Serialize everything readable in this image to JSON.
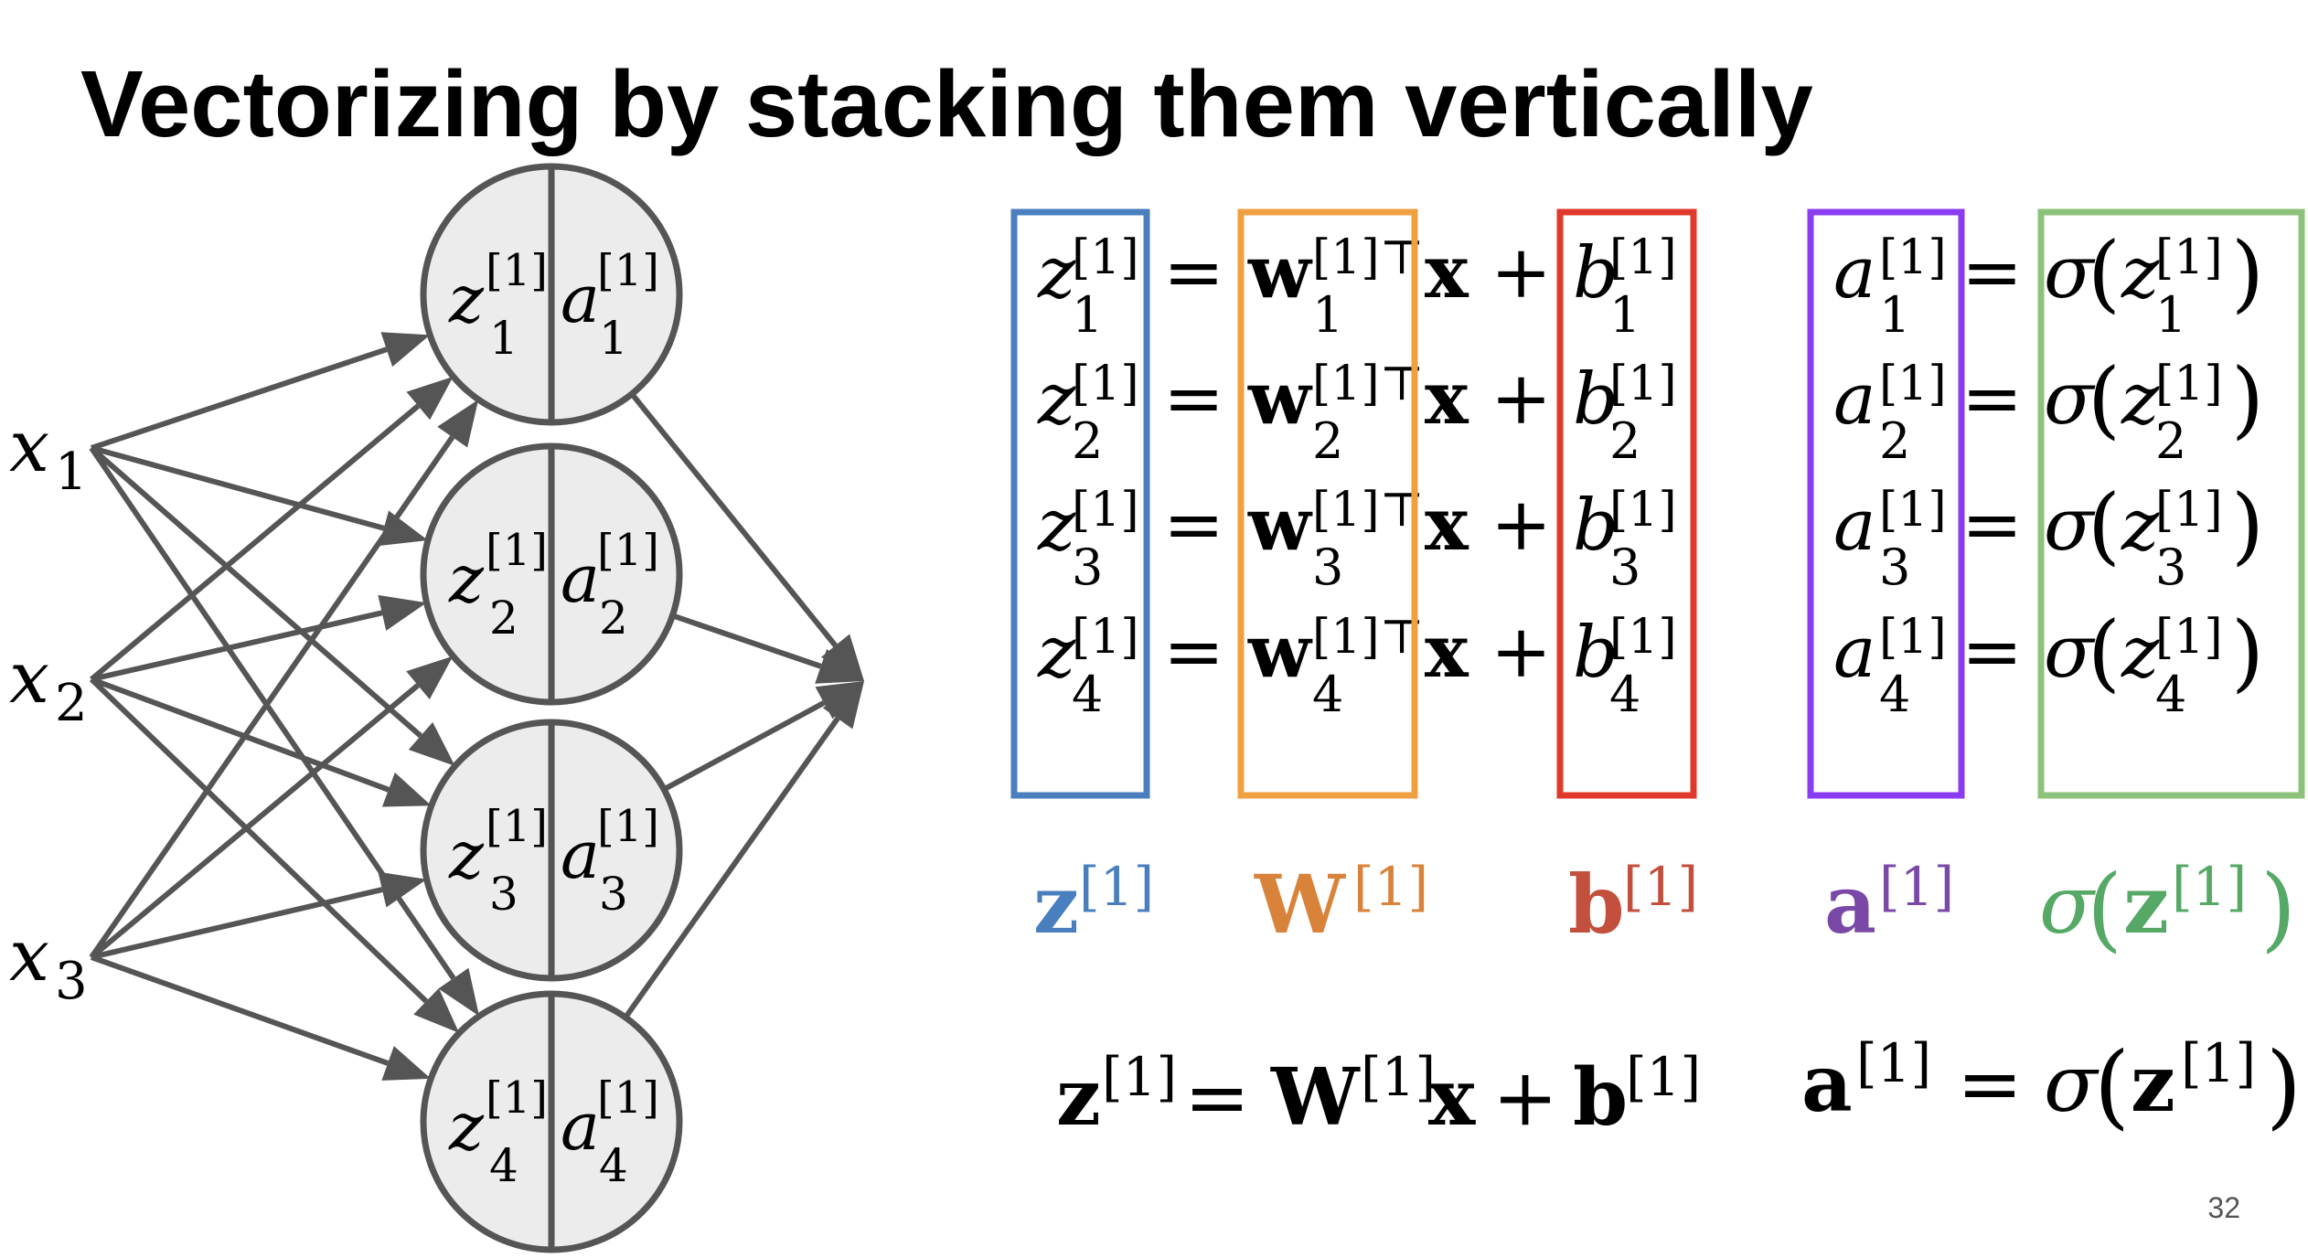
{
  "slide": {
    "title": "Vectorizing by stacking them vertically",
    "page_number": "32"
  },
  "network": {
    "inputs": [
      {
        "name": "x",
        "sub": "1"
      },
      {
        "name": "x",
        "sub": "2"
      },
      {
        "name": "x",
        "sub": "3"
      }
    ],
    "neurons": [
      {
        "z": "z",
        "a": "a",
        "sub": "1",
        "sup": "[1]"
      },
      {
        "z": "z",
        "a": "a",
        "sub": "2",
        "sup": "[1]"
      },
      {
        "z": "z",
        "a": "a",
        "sub": "3",
        "sup": "[1]"
      },
      {
        "z": "z",
        "a": "a",
        "sub": "4",
        "sup": "[1]"
      }
    ]
  },
  "equations": {
    "layer_sup": "[1]",
    "transpose": "⊤",
    "equals": "=",
    "plus": "+",
    "x": "x",
    "rows_sub": [
      "1",
      "2",
      "3",
      "4"
    ],
    "z_sym": "z",
    "w_sym": "w",
    "b_sym": "b",
    "a_sym": "a",
    "sigma": "σ",
    "lparen": "(",
    "rparen": ")"
  },
  "labels": {
    "z": {
      "base": "z",
      "sup": "[1]"
    },
    "W": {
      "base": "W",
      "sup": "[1]"
    },
    "b": {
      "base": "b",
      "sup": "[1]"
    },
    "a": {
      "base": "a",
      "sup": "[1]"
    },
    "sigma_z": {
      "sigma": "σ",
      "lparen": "(",
      "base": "z",
      "sup": "[1]",
      "rparen": ")"
    }
  },
  "vectorized": {
    "eq1": {
      "z": "z",
      "z_sup": "[1]",
      "equals": "=",
      "W": "W",
      "W_sup": "[1]",
      "x": "x",
      "plus": "+",
      "b": "b",
      "b_sup": "[1]"
    },
    "eq2": {
      "a": "a",
      "a_sup": "[1]",
      "equals": "=",
      "sigma": "σ",
      "lparen": "(",
      "z": "z",
      "z_sup": "[1]",
      "rparen": ")"
    }
  },
  "colors": {
    "blue": "#4a7fbf",
    "orange": "#f0a040",
    "orange_label": "#d9823a",
    "red": "#e0382b",
    "red_label": "#c2503c",
    "purple": "#8a3cf0",
    "purple_label": "#7a49a8",
    "green": "#8cc27a",
    "green_label": "#55a865",
    "node_fill": "#ececec",
    "node_stroke": "#555555",
    "arrow": "#555555"
  }
}
